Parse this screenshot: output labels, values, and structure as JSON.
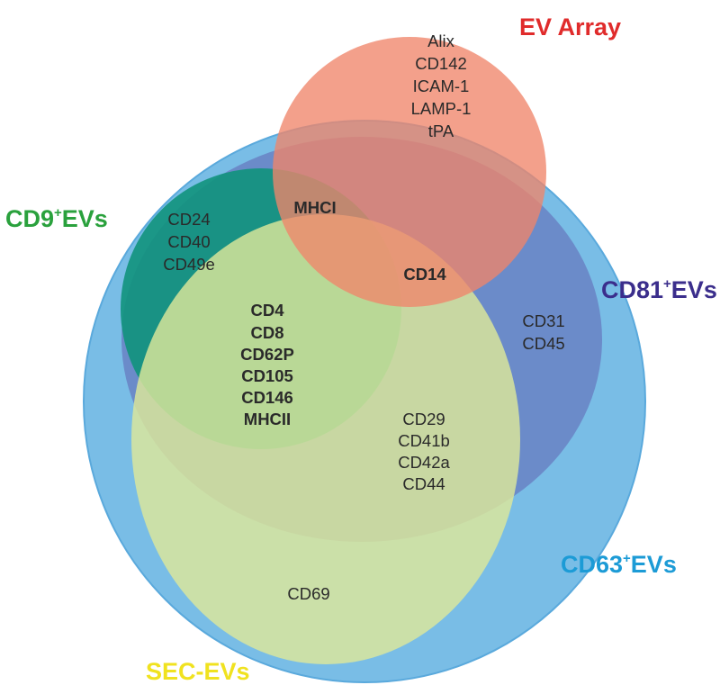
{
  "sets": {
    "cd63": {
      "label": "CD63",
      "sup": "+",
      "suffix": "EVs",
      "color": "#1c9bd6",
      "fill": "#79bde6"
    },
    "cd81": {
      "label": "CD81",
      "sup": "+",
      "suffix": "EVs",
      "color": "#3b2e8c",
      "fill": "#6a86c6"
    },
    "cd9": {
      "label": "CD9",
      "sup": "+",
      "suffix": "EVs",
      "color": "#2aa13d",
      "fill": "#11927c"
    },
    "sec": {
      "label": "SEC-EVs",
      "color": "#f0e21f",
      "fill": "#dde89a"
    },
    "ev_array": {
      "label": "EV Array",
      "color": "#e02b2b",
      "fill": "#f0856a"
    }
  },
  "regions": {
    "ev_array_only": [
      "Alix",
      "CD142",
      "ICAM-1",
      "LAMP-1",
      "tPA"
    ],
    "cd9_cd81_ev_array": [
      "MHCI"
    ],
    "cd9_cd81": [
      "CD24",
      "CD40",
      "CD49e"
    ],
    "cd81_sec_ev_array": [
      "CD14"
    ],
    "cd9_cd81_sec": [
      "CD4",
      "CD8",
      "CD62P",
      "CD105",
      "CD146",
      "MHCII"
    ],
    "cd81_only": [
      "CD31",
      "CD45"
    ],
    "cd81_sec": [
      "CD29",
      "CD41b",
      "CD42a",
      "CD44"
    ],
    "sec_only": [
      "CD69"
    ]
  }
}
